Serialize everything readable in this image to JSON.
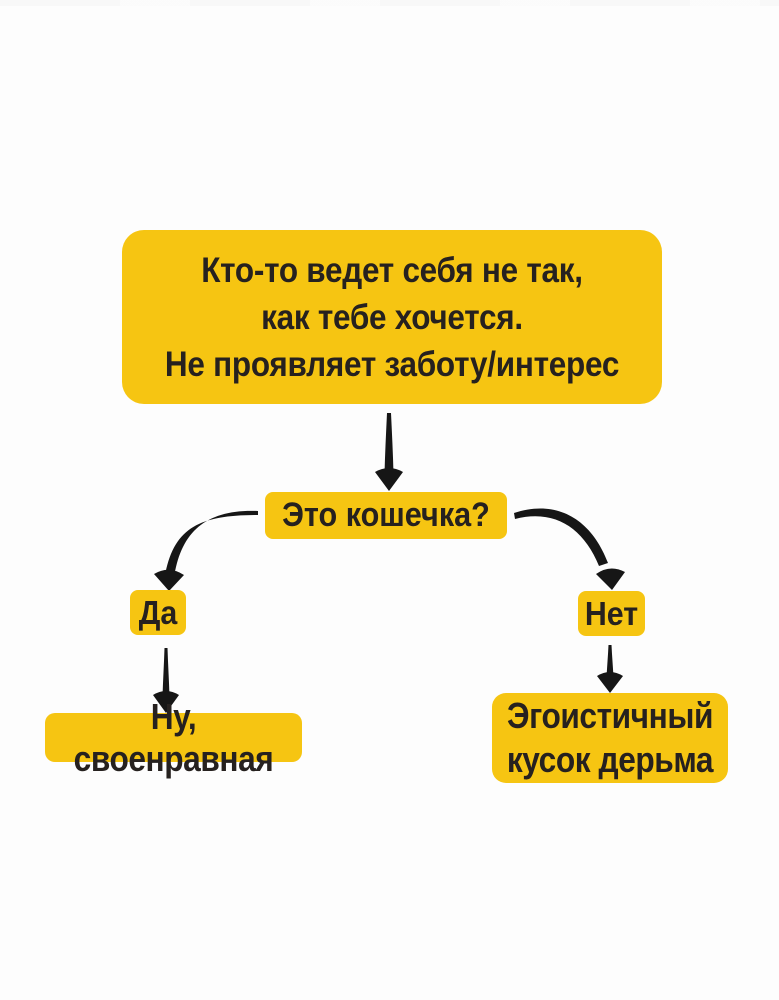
{
  "meta": {
    "colors": {
      "background": "#fdfdfd",
      "box": "#f6c512",
      "text": "#26211f",
      "arrow": "#161616"
    }
  },
  "flowchart": {
    "start": {
      "lines": [
        "Кто-то ведет себя не так,",
        "как тебе хочется.",
        "Не проявляет заботу/интерес"
      ]
    },
    "question": {
      "label": "Это кошечка?"
    },
    "yes": {
      "label": "Да"
    },
    "no": {
      "label": "Нет"
    },
    "result_yes": {
      "label": "Ну, своенравная"
    },
    "result_no": {
      "lines": [
        "Эгоистичный",
        "кусок дерьма"
      ]
    }
  }
}
